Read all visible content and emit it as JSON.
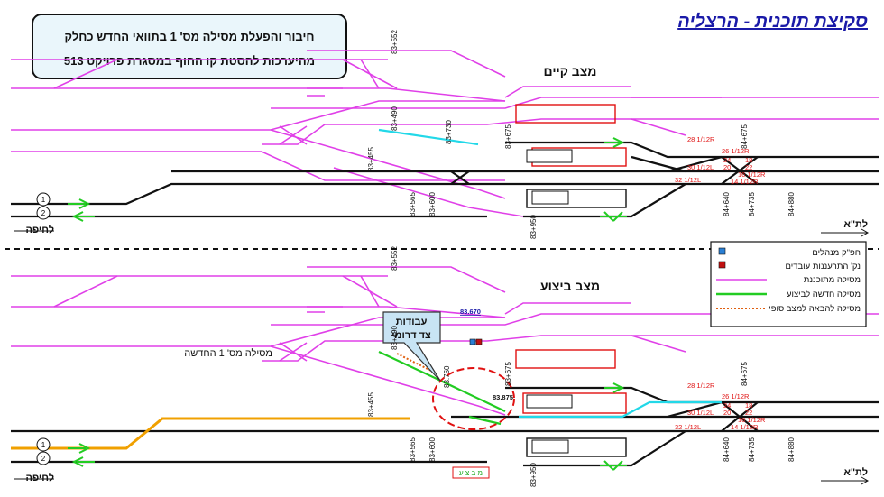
{
  "title": "סקיצת תוכנית - הרצליה",
  "header_box": {
    "line1": "חיבור והפעלת מסילה מס' 1 בתוואי החדש כחלק",
    "line2": "מהיערכות להסטת קו החוף במסגרת פרויקט 513"
  },
  "top": {
    "label": "מצב קיים",
    "km_labels": [
      "83+552",
      "83+490",
      "83+730",
      "83+455",
      "83+675",
      "83+565",
      "83+600",
      "83+950",
      "84+675",
      "84+640",
      "84+735",
      "84+880"
    ],
    "switch_labels": [
      "28 1/12R",
      "26 1/12R",
      "24",
      "18",
      "20",
      "22",
      "30 1/12L",
      "16 1/12R",
      "32 1/12L",
      "14 1/12R"
    ],
    "track_numbers": [
      "1",
      "2"
    ],
    "to_haifa": "לחיפה",
    "to_tlv": "לת\"א"
  },
  "bottom": {
    "label": "מצב ביצוע",
    "new_track_label": "מסילה מס' 1 החדשה",
    "works_callout_line1": "עבודות",
    "works_callout_line2": "צד דרומי",
    "km_label_blue": "83.670",
    "km_label_a": "83.760",
    "km_label_b": "83.875",
    "stamp": "מ ב צ ע",
    "km_labels": [
      "83+552",
      "83+490",
      "83+455",
      "83+675",
      "83+565",
      "83+600",
      "83+950",
      "84+675",
      "84+640",
      "84+735",
      "84+880"
    ],
    "switch_labels": [
      "28 1/12R",
      "26 1/12R",
      "24",
      "18",
      "20",
      "22",
      "30 1/12L",
      "16 1/12R",
      "32 1/12L",
      "14 1/12R"
    ],
    "track_numbers": [
      "1",
      "2"
    ],
    "to_haifa": "לחיפה",
    "to_tlv": "לת\"א"
  },
  "legend": [
    {
      "label": "חפ\"ק מנהלים",
      "kind": "square",
      "color": "#2a7fd4"
    },
    {
      "label": "נק' התרעננות עובדים",
      "kind": "square",
      "color": "#c01010"
    },
    {
      "label": "מסילה מתוכננת",
      "kind": "line",
      "color": "#e040e8"
    },
    {
      "label": "מסילה חדשה לביצוע",
      "kind": "line",
      "color": "#22cc22"
    },
    {
      "label": "מסילה להבאה למצב סופי",
      "kind": "dotted",
      "color": "#e06010"
    }
  ],
  "colors": {
    "planned": "#e040e8",
    "existing": "#111111",
    "cyan_track": "#22d8e8",
    "new_track": "#22cc22",
    "orange_track": "#f0a000",
    "title_blue": "#1a1aa8"
  }
}
